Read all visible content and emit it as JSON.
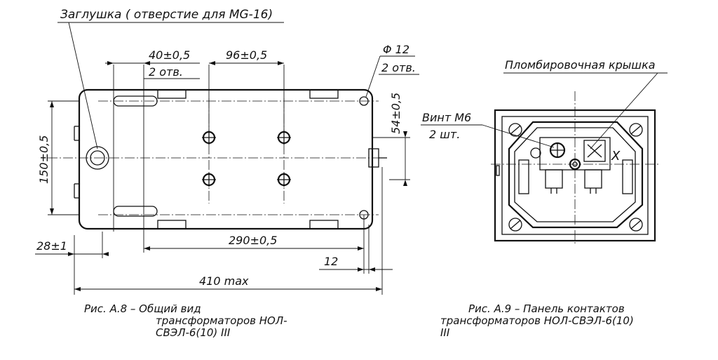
{
  "fig_a8": {
    "plug_label": "Заглушка ( отверстие для MG-16)",
    "dim_40": "40±0,5",
    "holes_2a": "2 отв.",
    "dim_96": "96±0,5",
    "phi_12": "Φ 12",
    "holes_2b": "2 отв.",
    "dim_54": "54±0,5",
    "dim_150": "150±0,5",
    "dim_28": "28±1",
    "dim_290": "290±0,5",
    "dim_12": "12",
    "dim_410": "410 max",
    "caption": {
      "line1": "Рис. А.8 – Общий вид",
      "line2": "трансформаторов НОЛ-",
      "line3": "СВЭЛ-6(10) III"
    }
  },
  "fig_a9": {
    "seal_cover_label": "Пломбировочная крышка",
    "screw_label": "Винт М6",
    "screw_count": "2 шт.",
    "caption": {
      "line1": "Рис. А.9 – Панель контактов",
      "line2": "трансформаторов НОЛ-СВЭЛ-6(10)",
      "line3": "III"
    }
  }
}
